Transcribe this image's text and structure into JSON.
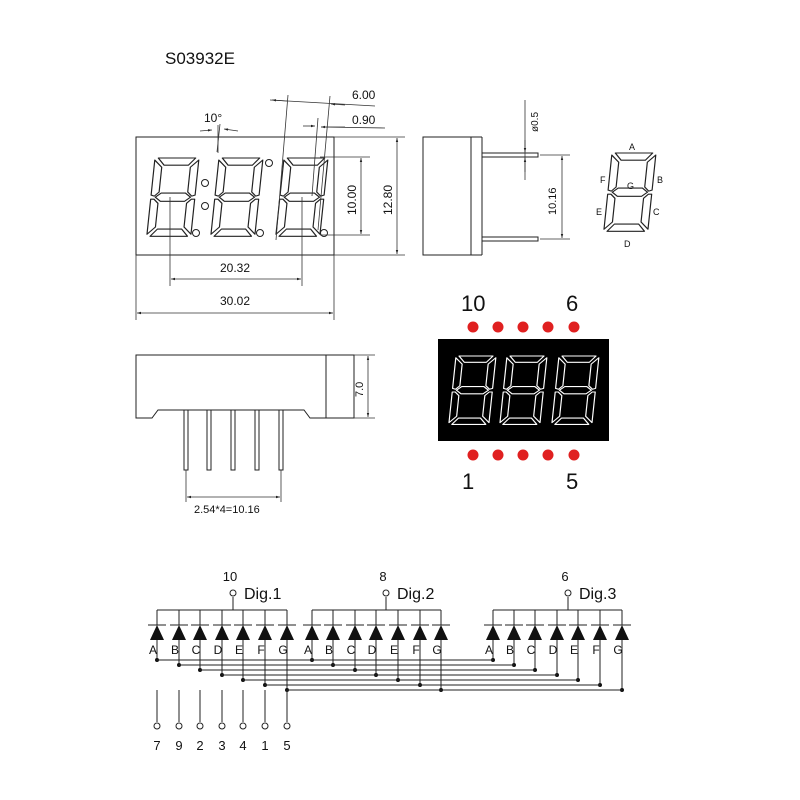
{
  "title": "S03932E",
  "front_view": {
    "dim_angle": "10°",
    "dim_pitch_top": "6.00",
    "dim_seg_width": "0.90",
    "dim_digit_height": "10.00",
    "dim_body_height": "12.80",
    "dim_digit_span": "20.32",
    "dim_body_width": "30.02"
  },
  "side_view": {
    "dim_pin_diameter": "ø0.5",
    "dim_pin_spacing": "10.16"
  },
  "segment_legend": [
    "A",
    "B",
    "C",
    "D",
    "E",
    "F",
    "G"
  ],
  "bottom_view": {
    "dim_height": "7.0",
    "dim_pin_pitch": "2.54*4=10.16"
  },
  "pin_layout": {
    "top_left_label": "10",
    "top_right_label": "6",
    "bottom_left_label": "1",
    "bottom_right_label": "5",
    "pin_color": "#e02020",
    "display_color": "#000000"
  },
  "schematic": {
    "digits": [
      {
        "label": "Dig.1",
        "pin": "10"
      },
      {
        "label": "Dig.2",
        "pin": "8"
      },
      {
        "label": "Dig.3",
        "pin": "6"
      }
    ],
    "segments": [
      "A",
      "B",
      "C",
      "D",
      "E",
      "F",
      "G"
    ],
    "segment_pins": [
      "7",
      "9",
      "2",
      "3",
      "4",
      "1",
      "5"
    ]
  }
}
